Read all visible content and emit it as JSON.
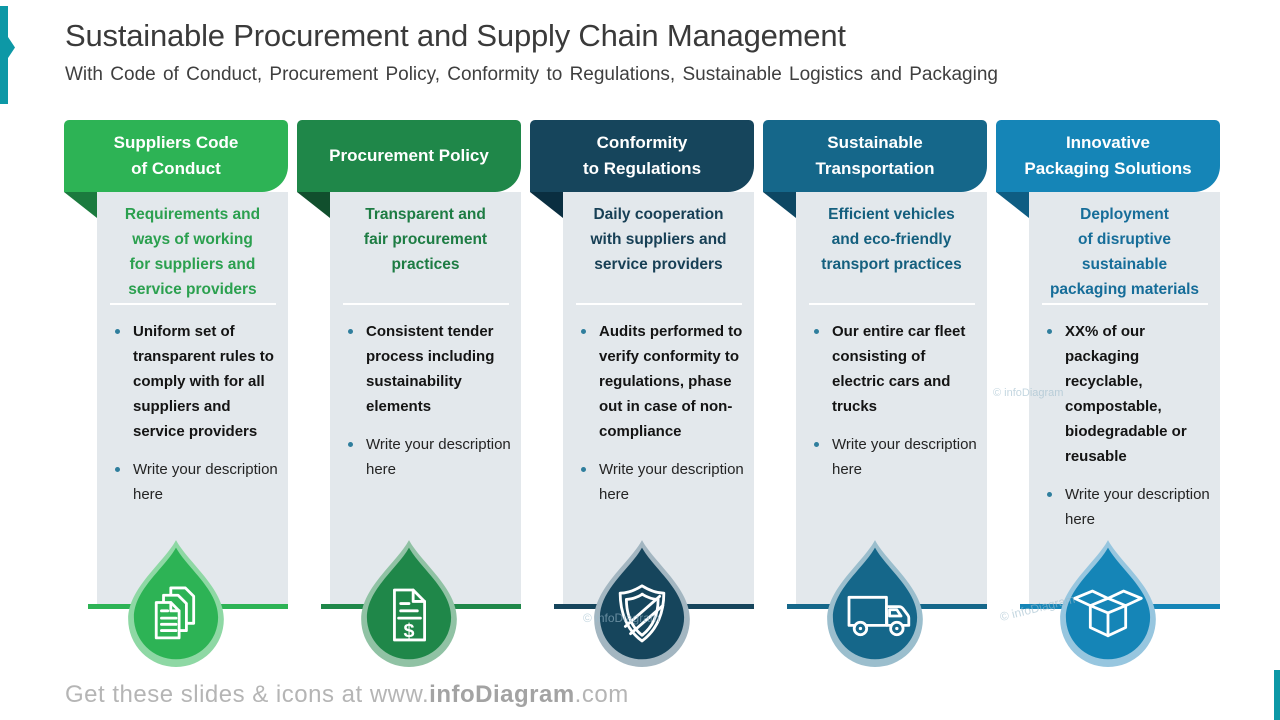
{
  "slide": {
    "title": "Sustainable Procurement and Supply Chain Management",
    "subtitle": "With Code of Conduct, Procurement Policy, Conformity to Regulations, Sustainable Logistics and Packaging",
    "accent_color": "#0d98a6",
    "watermark": "© infoDiagram",
    "footer": {
      "prefix": "Get these slides & icons at www.",
      "brand": "infoDiagram",
      "suffix": ".com"
    }
  },
  "columns": [
    {
      "id": "suppliers-code-of-conduct",
      "header": "Suppliers Code\nof Conduct",
      "subtitle": "Requirements and\nways of working\nfor suppliers and\nservice providers",
      "bullets": [
        {
          "text": "Uniform set of transparent rules to comply with for all suppliers and service providers",
          "bold": true
        },
        {
          "text": "Write your description here",
          "bold": false
        }
      ],
      "icon": "documents-icon",
      "colors": {
        "header": "#2db355",
        "fold": "#1b7a3e",
        "subtitle_text": "#2ba04f",
        "line": "#2db355",
        "drop_outer": "#8ed8a4"
      }
    },
    {
      "id": "procurement-policy",
      "header": "Procurement Policy",
      "subtitle": "Transparent and\nfair procurement\npractices",
      "bullets": [
        {
          "text": "Consistent tender process including sustainability elements",
          "bold": true
        },
        {
          "text": "Write your description here",
          "bold": false
        }
      ],
      "icon": "invoice-icon",
      "colors": {
        "header": "#1f8749",
        "fold": "#114f2d",
        "subtitle_text": "#1d7c43",
        "line": "#1f8749",
        "drop_outer": "#90c2a4"
      }
    },
    {
      "id": "conformity-to-regulations",
      "header": "Conformity\nto Regulations",
      "subtitle": "Daily cooperation\nwith suppliers and\nservice providers",
      "bullets": [
        {
          "text": "Audits performed to verify conformity to regulations, phase out in case of non-compliance",
          "bold": true
        },
        {
          "text": "Write your description here",
          "bold": false
        }
      ],
      "icon": "shield-icon",
      "colors": {
        "header": "#16455c",
        "fold": "#0a2e40",
        "subtitle_text": "#173f55",
        "line": "#16455c",
        "drop_outer": "#a3b6c1"
      }
    },
    {
      "id": "sustainable-transportation",
      "header": "Sustainable\nTransportation",
      "subtitle": "Efficient vehicles\nand eco-friendly\ntransport practices",
      "bullets": [
        {
          "text": "Our entire car fleet consisting of electric cars and trucks",
          "bold": true
        },
        {
          "text": "Write your description here",
          "bold": false
        }
      ],
      "icon": "truck-icon",
      "colors": {
        "header": "#15678a",
        "fold": "#0d4763",
        "subtitle_text": "#145f7e",
        "line": "#15678a",
        "drop_outer": "#9bbecd"
      }
    },
    {
      "id": "innovative-packaging-solutions",
      "header": "Innovative\nPackaging Solutions",
      "subtitle": "Deployment\nof disruptive\nsustainable\npackaging materials",
      "bullets": [
        {
          "text": "XX% of our packaging recyclable, compostable, biodegradable or reusable",
          "bold": true
        },
        {
          "text": "Write your description here",
          "bold": false
        }
      ],
      "icon": "box-icon",
      "colors": {
        "header": "#1585b7",
        "fold": "#0e5d83",
        "subtitle_text": "#166d99",
        "line": "#1585b7",
        "drop_outer": "#97c6df"
      }
    }
  ]
}
